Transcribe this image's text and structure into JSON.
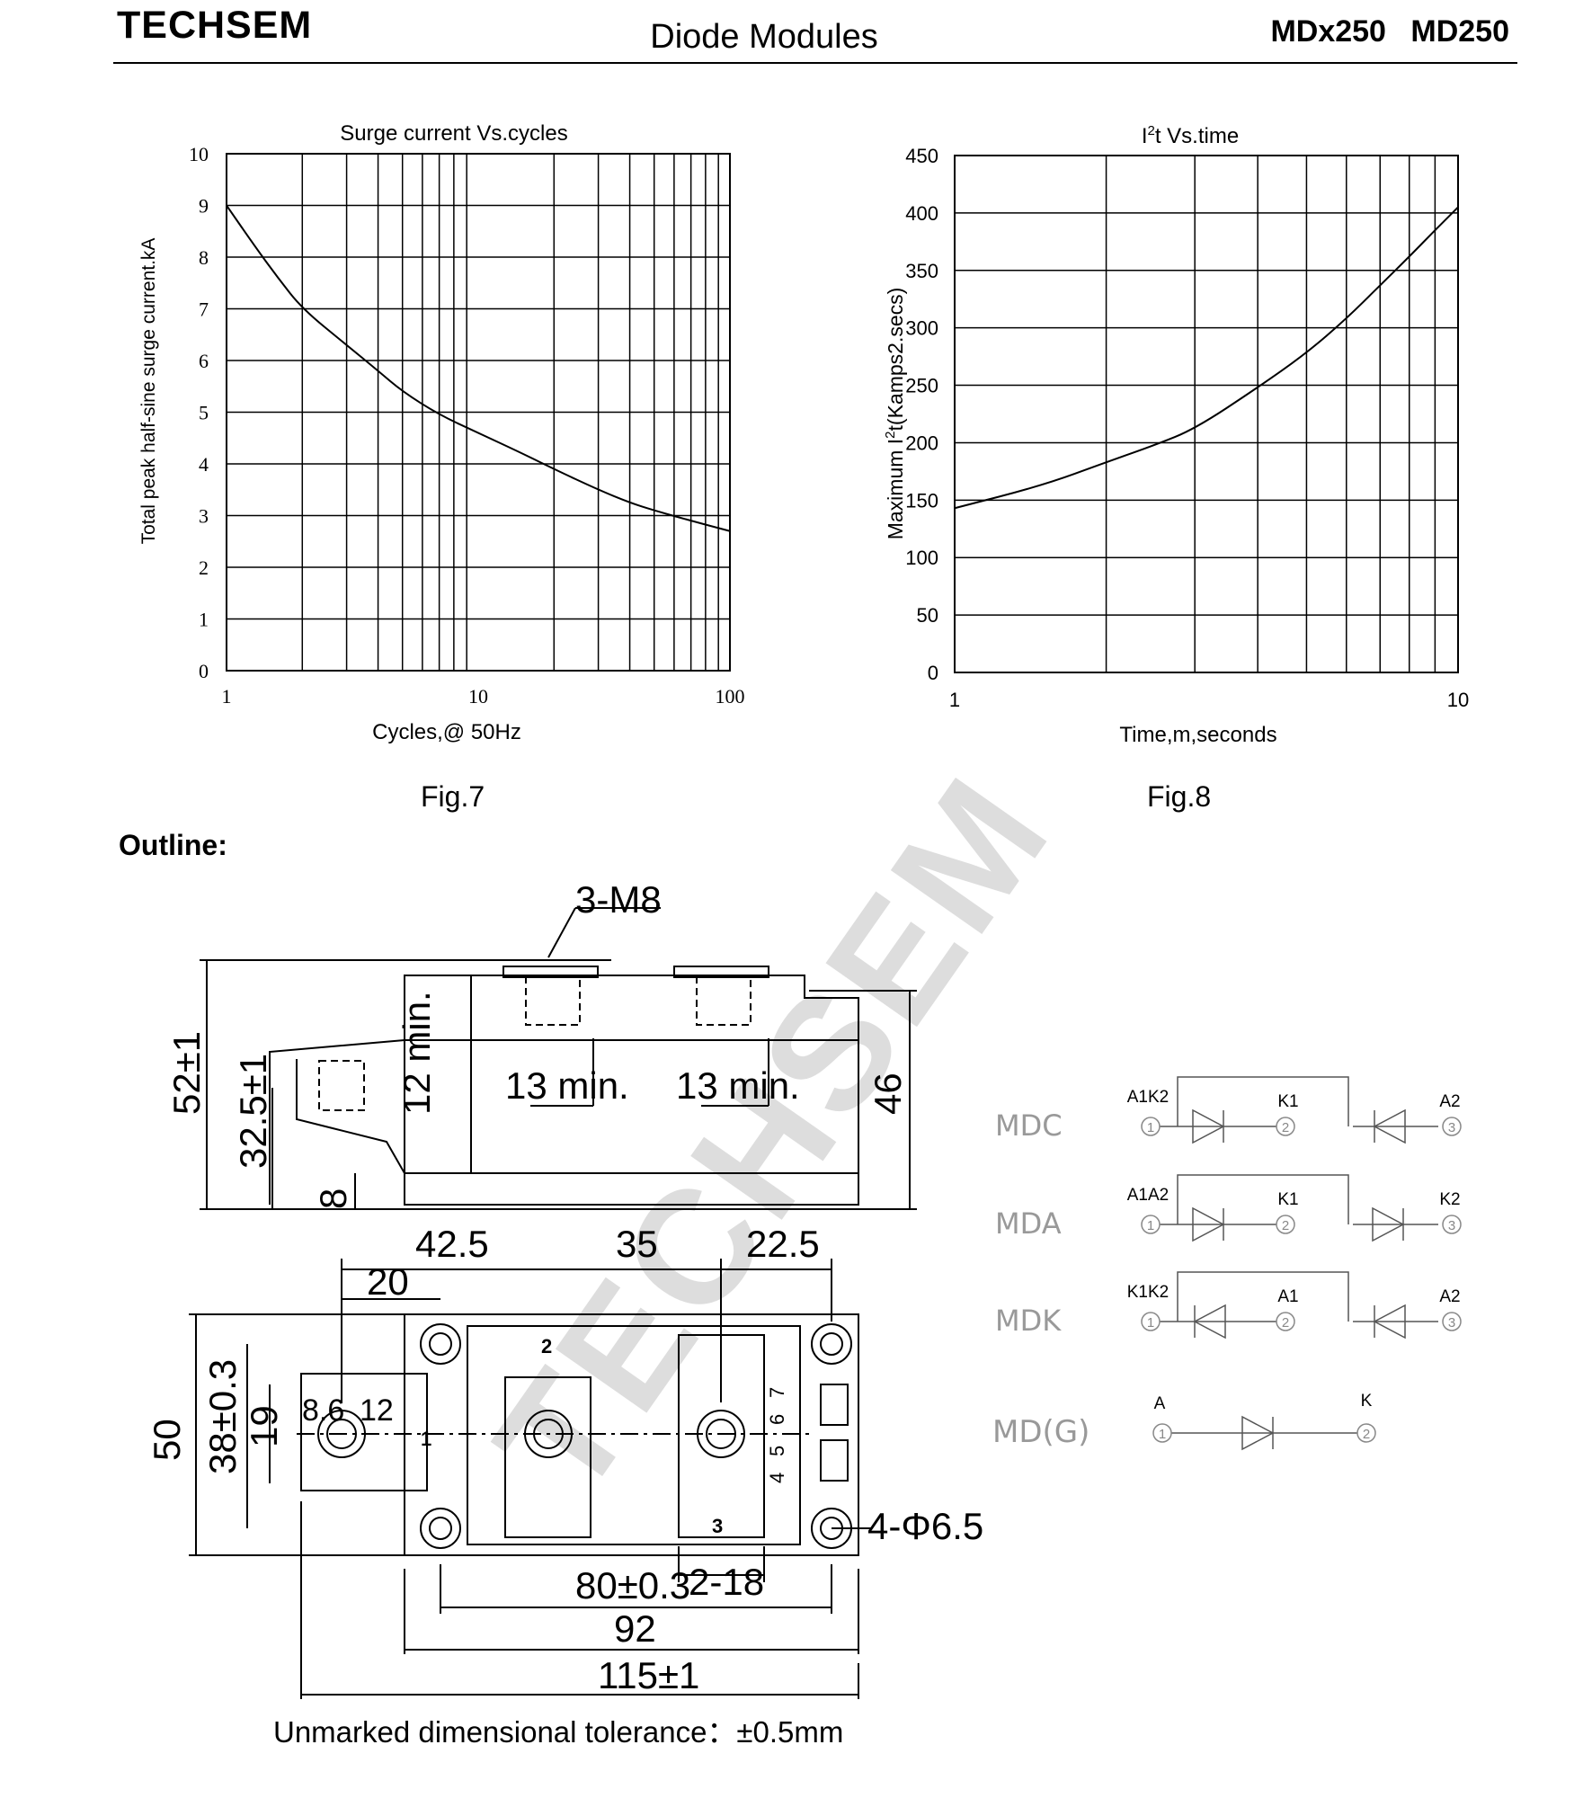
{
  "header": {
    "brand": "TECHSEM",
    "title": "Diode Modules",
    "models": "MDx250 MD250"
  },
  "chart_data": [
    {
      "type": "line",
      "title": "Surge current Vs.cycles",
      "xlabel": "Cycles,@ 50Hz",
      "ylabel": "Total peak half-sine surge current.kA",
      "xscale": "log",
      "xlim": [
        1,
        100
      ],
      "ylim": [
        0,
        10
      ],
      "x_tick_labels": [
        "1",
        "10",
        "100"
      ],
      "y_tick_labels": [
        "0",
        "1",
        "2",
        "3",
        "4",
        "5",
        "6",
        "7",
        "8",
        "9",
        "10"
      ],
      "grid": true,
      "x": [
        1,
        1.3,
        1.6,
        2,
        3,
        4,
        5,
        7,
        10,
        15,
        20,
        30,
        40,
        50,
        70,
        100
      ],
      "values": [
        9.0,
        8.2,
        7.6,
        7.0,
        6.3,
        5.8,
        5.4,
        4.95,
        4.6,
        4.2,
        3.9,
        3.5,
        3.25,
        3.1,
        2.9,
        2.7
      ],
      "caption": "Fig.7"
    },
    {
      "type": "line",
      "title_prefix": "I",
      "title_sup": "2",
      "title_suffix": "t Vs.time",
      "xlabel": "Time,m,seconds",
      "ylabel_prefix": "Maximum I",
      "ylabel_sup": "2",
      "ylabel_suffix": "t(Kamps2.secs)",
      "xscale": "log",
      "xlim": [
        1,
        10
      ],
      "ylim": [
        0,
        450
      ],
      "x_tick_labels": [
        "1",
        "10"
      ],
      "y_tick_labels": [
        "0",
        "50",
        "100",
        "150",
        "200",
        "250",
        "300",
        "350",
        "400",
        "450"
      ],
      "grid": true,
      "x": [
        1,
        1.5,
        2,
        2.5,
        3,
        4,
        5,
        6,
        7,
        8,
        9,
        10
      ],
      "values": [
        143,
        163,
        183,
        198,
        212,
        248,
        278,
        308,
        337,
        362,
        385,
        405
      ],
      "caption": "Fig.8"
    }
  ],
  "outline": {
    "heading": "Outline:",
    "thread": "3-M8",
    "dims": {
      "height_total": "52±1",
      "height_mid": "32.5±1",
      "height_base": "8",
      "tab": "12 min.",
      "term1": "13 min.",
      "term2": "13 min.",
      "height_right": "46",
      "d425": "42.5",
      "d35": "35",
      "d225": "22.5",
      "d20": "20",
      "d50": "50",
      "d38": "38±0.3",
      "d19": "19",
      "d86": "8.6",
      "d12": "12",
      "d80": "80±0.3",
      "d218": "2-18",
      "d92": "92",
      "d115": "115±1",
      "holes": "4-Φ6.5",
      "pin_labels": [
        "7",
        "6",
        "4",
        "5"
      ],
      "terminal_numbers": [
        "1",
        "2",
        "3"
      ]
    },
    "tolerance": "Unmarked dimensional tolerance：±0.5mm"
  },
  "circuits": [
    {
      "name": "MDC",
      "left": "A1K2",
      "mid": "K1",
      "right": "A2",
      "nodes": [
        "1",
        "2",
        "3"
      ]
    },
    {
      "name": "MDA",
      "left": "A1A2",
      "mid": "K1",
      "right": "K2",
      "nodes": [
        "1",
        "2",
        "3"
      ]
    },
    {
      "name": "MDK",
      "left": "K1K2",
      "mid": "A1",
      "right": "A2",
      "nodes": [
        "1",
        "2",
        "3"
      ]
    },
    {
      "name": "MD(G)",
      "left": "A",
      "right": "K",
      "nodes": [
        "1",
        "2"
      ]
    }
  ],
  "watermark": "TECHSEM"
}
